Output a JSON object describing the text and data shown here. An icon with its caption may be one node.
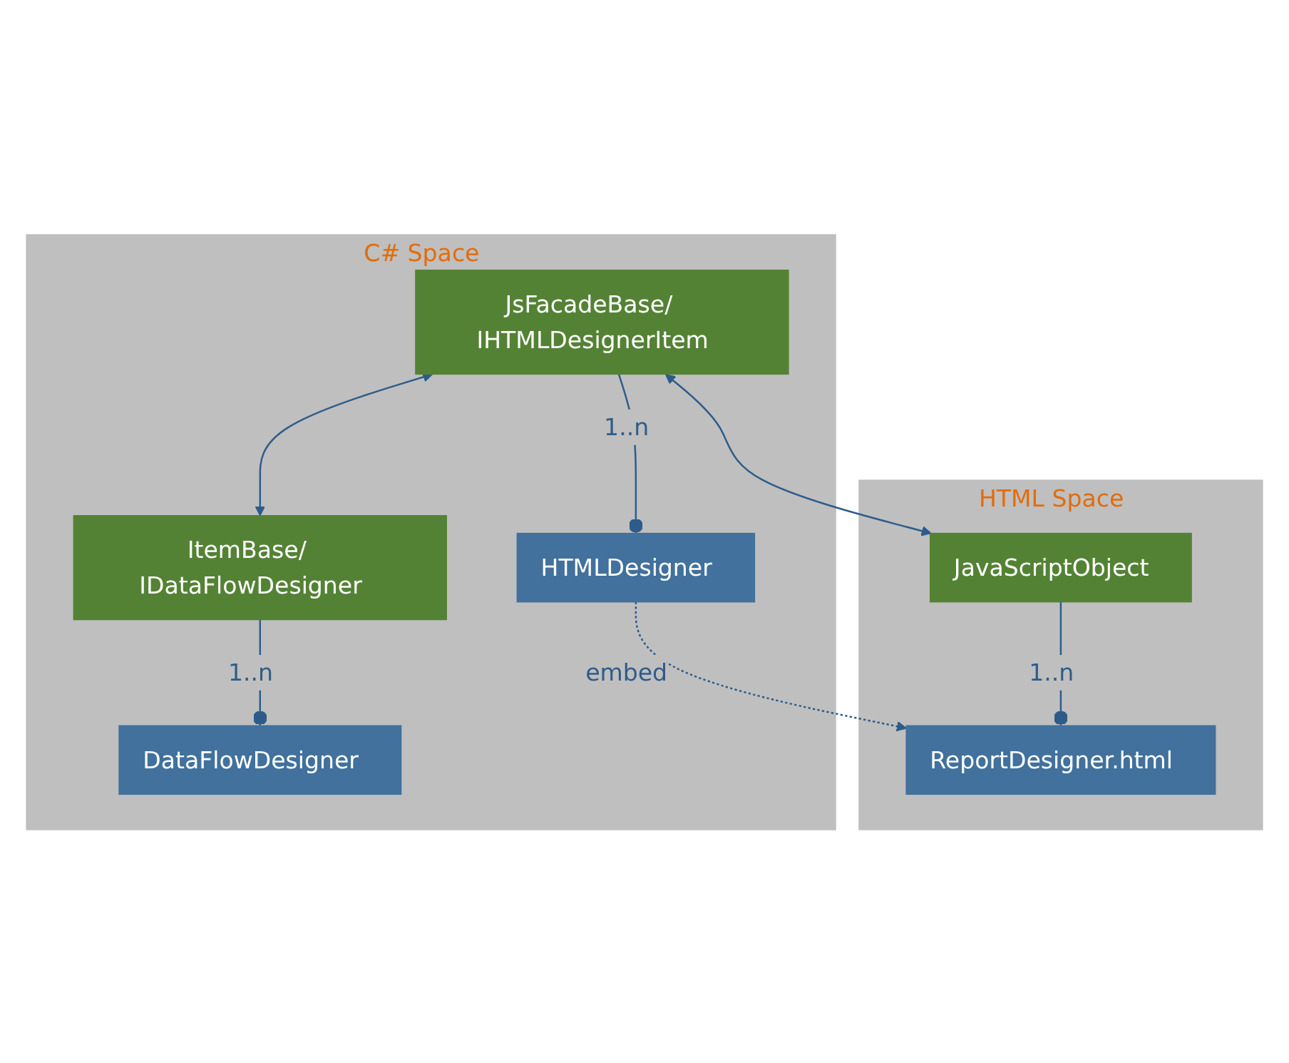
{
  "diagram": {
    "nodes": [
      {
        "text": [
          "C# Space"
        ]
      },
      {
        "text": [
          "JsFacadeBase/ IHTMLDesignerItem"
        ],
        "in": 0
      },
      {
        "text": [
          "ItemBase/ IDataFlowDesigner"
        ],
        "in": 0
      },
      {
        "text": [
          "HTMLDesigner"
        ],
        "in": 0
      },
      {
        "text": [
          "DataFlowDesigner"
        ],
        "in": 0
      },
      {
        "text": [
          "HTML Space"
        ]
      },
      {
        "text": [
          "ReportDesigner.html"
        ],
        "in": 5
      },
      {
        "text": [
          "JavaScriptObject"
        ],
        "in": 5
      }
    ],
    "edges": [
      {
        "from": 1,
        "to": 2,
        "arrow": "both"
      },
      {
        "from": 1,
        "to": 3,
        "arrow": "other",
        "label": "1..n"
      },
      {
        "from": 2,
        "to": 4,
        "arrow": "other",
        "label": "1..n"
      },
      {
        "from": 3,
        "to": 6,
        "arrow": "to",
        "label": "embed",
        "style": "dashed"
      },
      {
        "from": 1,
        "to": 7,
        "arrow": "both"
      },
      {
        "from": 7,
        "to": 6,
        "arrow": "other",
        "label": "1..n"
      }
    ]
  }
}
